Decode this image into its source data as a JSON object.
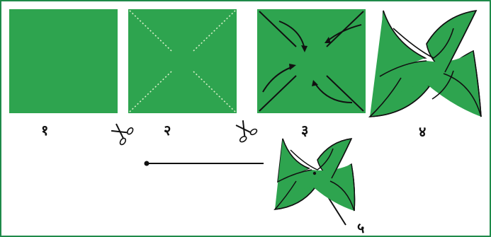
{
  "colors": {
    "paper": "#2ea44f",
    "frame": "#1f8a4a",
    "ink": "#111111",
    "cut_line": "#d9f0c8"
  },
  "steps": [
    {
      "number": "1",
      "label": "१",
      "description_icon": "green-square"
    },
    {
      "number": "2",
      "label": "२",
      "description_icon": "square-with-diagonal-cuts"
    },
    {
      "number": "3",
      "label": "३",
      "description_icon": "square-with-fold-arrows"
    },
    {
      "number": "4",
      "label": "४",
      "description_icon": "pinwheel"
    },
    {
      "number": "5",
      "label": "५",
      "description_icon": "pinwheel-on-stick"
    }
  ],
  "icons": [
    "scissors-icon",
    "scissors-icon",
    "pin-icon"
  ]
}
